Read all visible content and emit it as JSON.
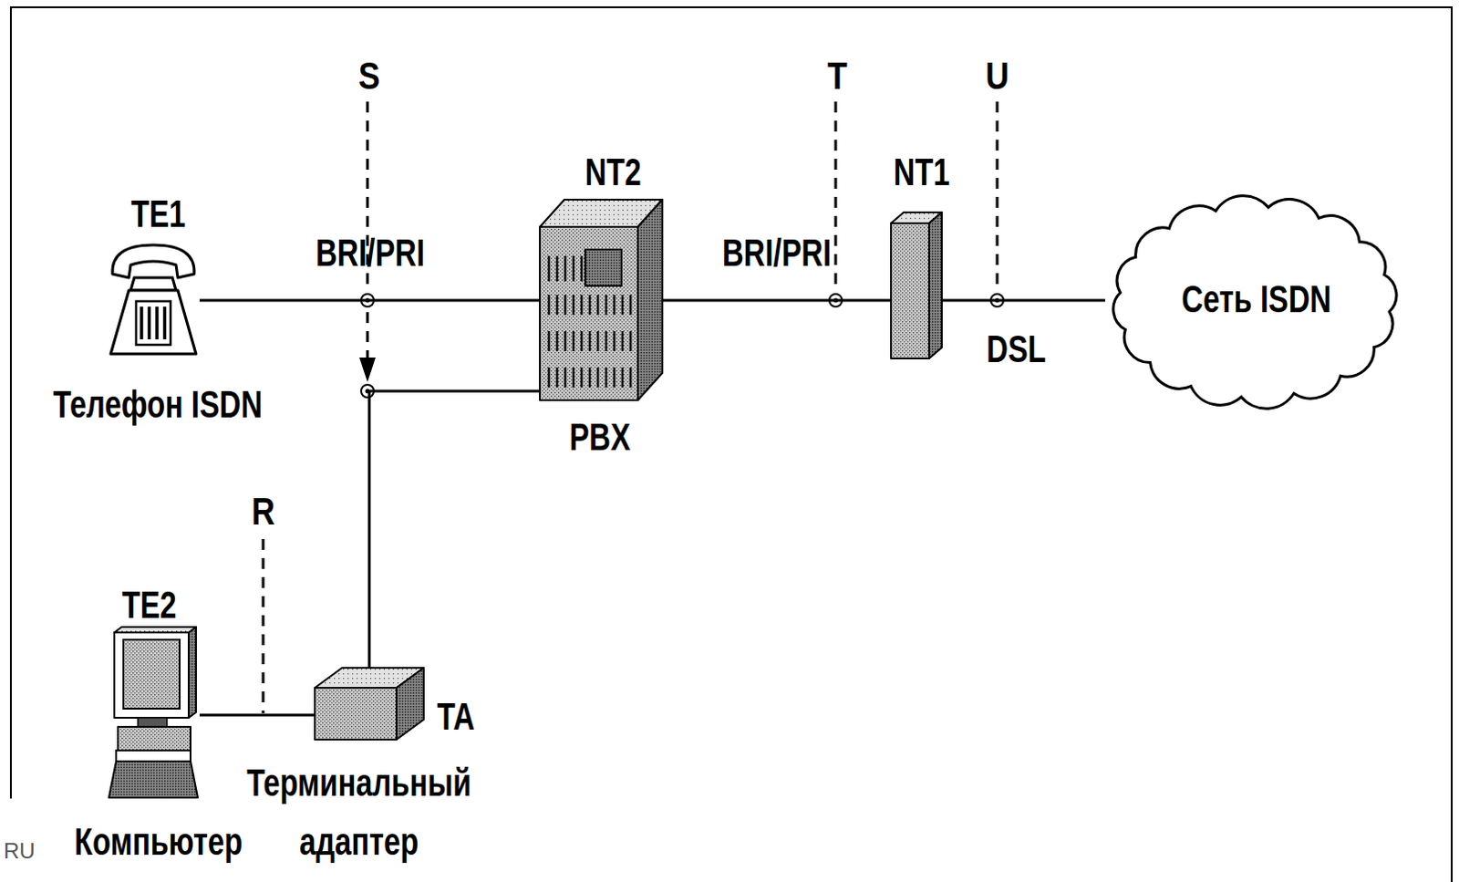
{
  "diagram": {
    "nodes": [
      {
        "text": [
          "TE1",
          "Телефон ISDN"
        ]
      },
      {
        "text": [
          "NT2",
          "PBX"
        ]
      },
      {
        "text": [
          "NT1"
        ]
      },
      {
        "text": [
          "Сеть ISDN"
        ]
      },
      {
        "text": [
          "TE2",
          "Компьютер"
        ]
      },
      {
        "text": [
          "TA",
          "Терминальный адаптер"
        ]
      }
    ],
    "edges": [
      {
        "from": 0,
        "to": 1,
        "arrow": "none",
        "label": "BRI/PRI"
      },
      {
        "from": 1,
        "to": 2,
        "arrow": "none",
        "label": "BRI/PRI"
      },
      {
        "from": 2,
        "to": 3,
        "arrow": "none",
        "label": "DSL"
      },
      {
        "from": 4,
        "to": 5,
        "arrow": "none"
      },
      {
        "from": 5,
        "to": 1,
        "arrow": "none"
      }
    ],
    "labels": [
      "S",
      "T",
      "U",
      "R",
      "RU"
    ]
  }
}
